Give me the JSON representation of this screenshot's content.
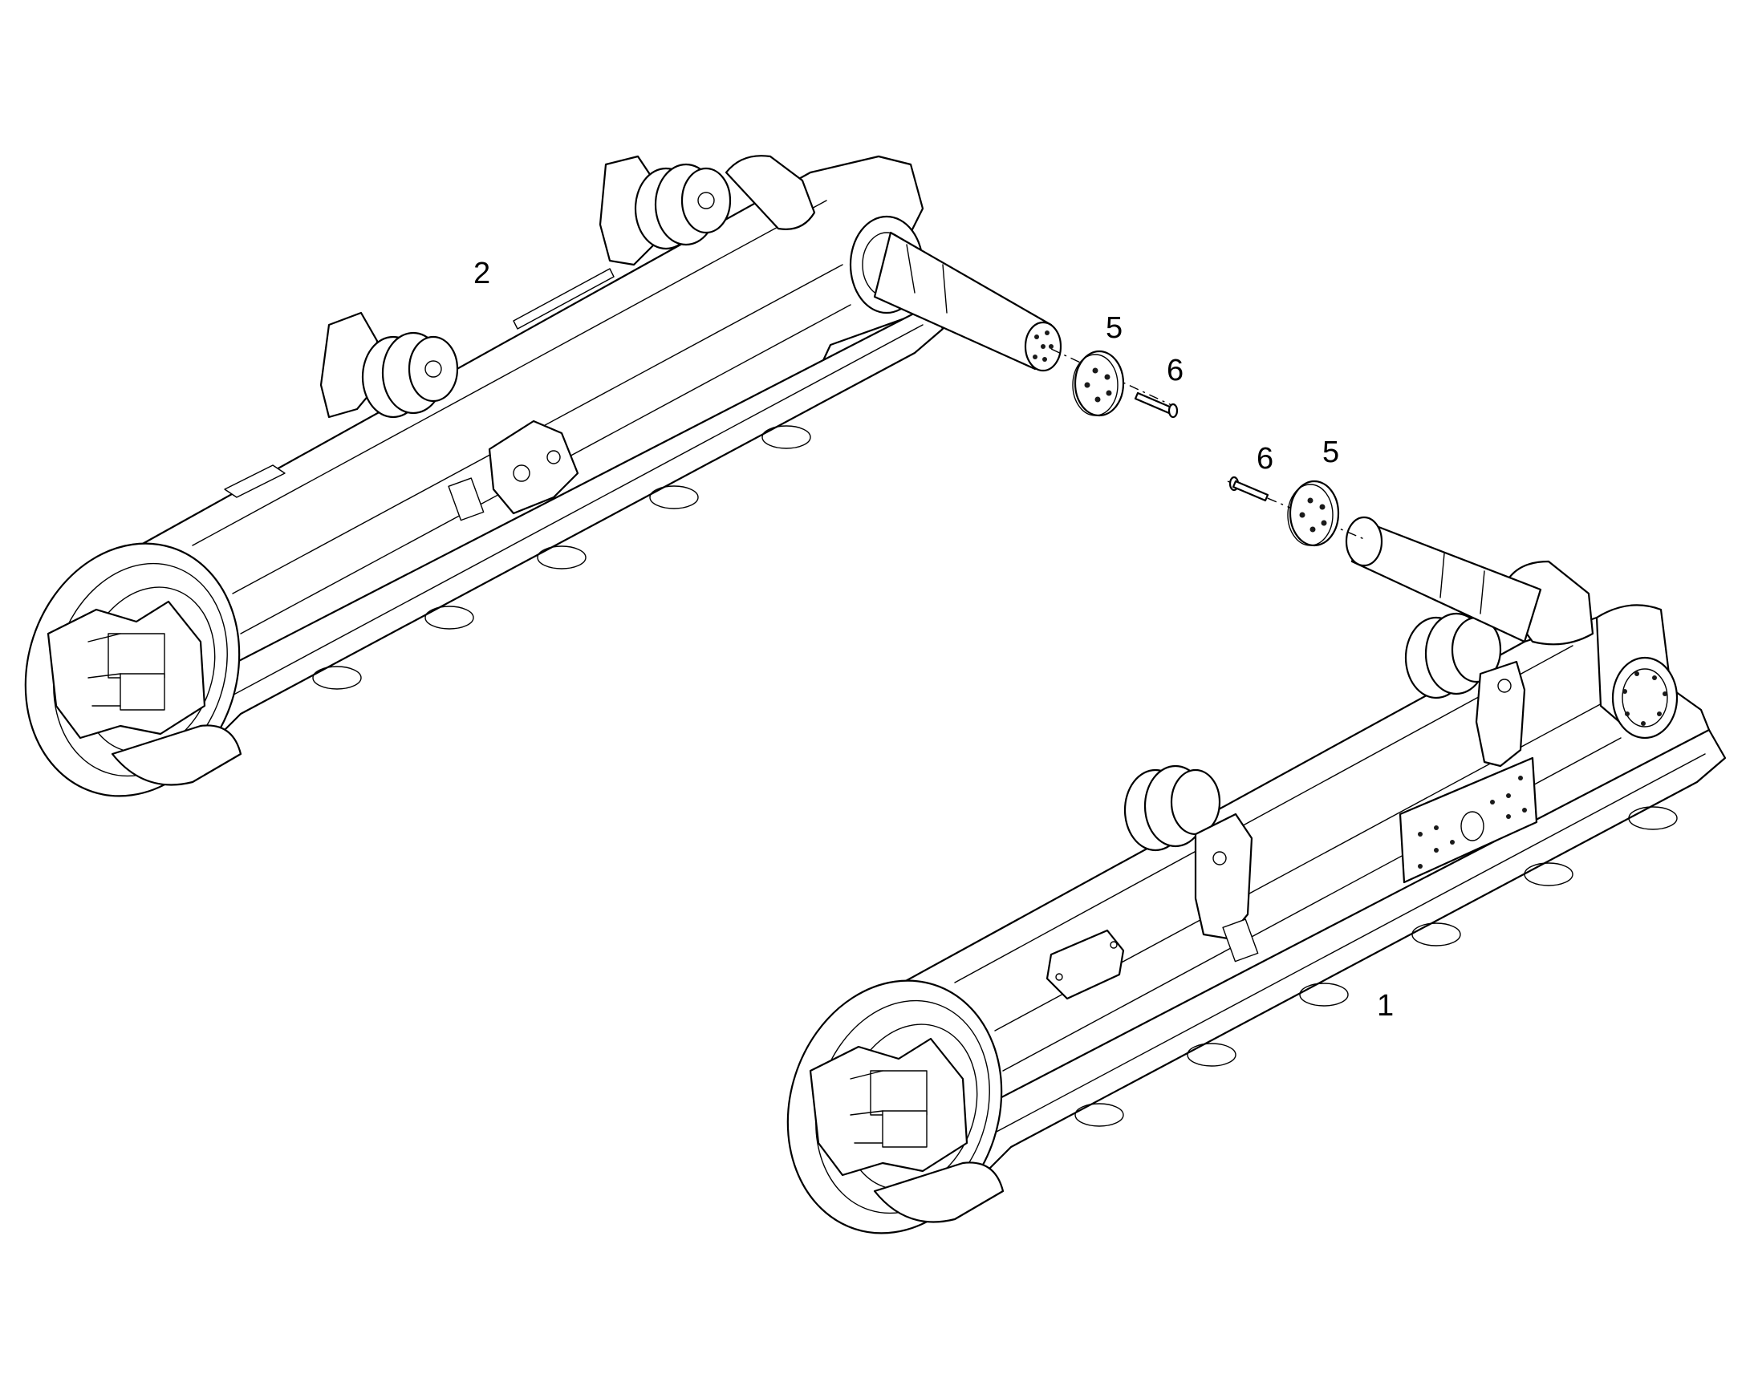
{
  "callouts": {
    "track_frame_right": "1",
    "track_frame_left": "2",
    "cap_plate_upper": "5",
    "bolt_upper": "6",
    "bolt_lower": "6",
    "cap_plate_lower": "5"
  },
  "colors": {
    "line": "#000000",
    "background": "#ffffff"
  }
}
